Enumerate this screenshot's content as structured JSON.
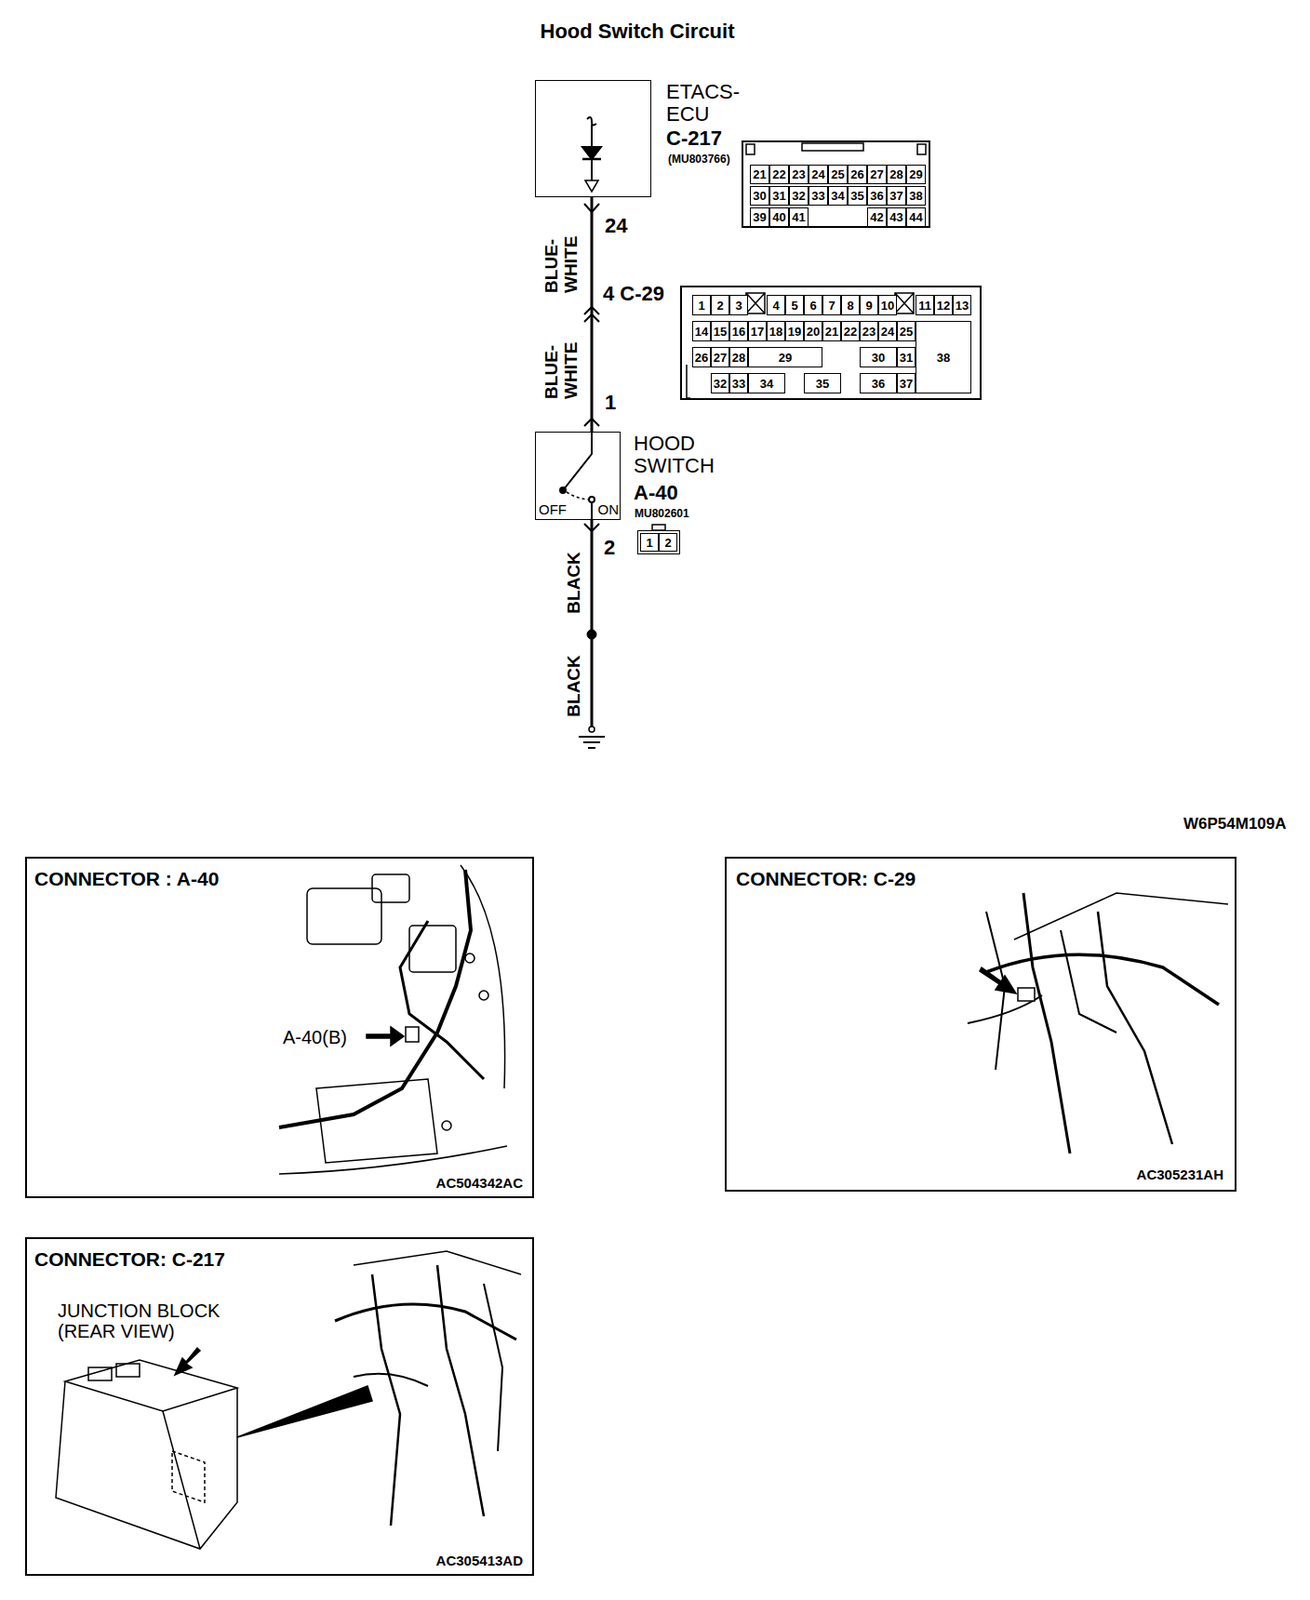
{
  "diagram": {
    "title": "Hood Switch Circuit",
    "nodes": [
      {
        "text": [
          "ETACS- ECU",
          "C-217",
          "(MU803766)"
        ]
      },
      {
        "text": [
          "21",
          "22",
          "23",
          "24",
          "25",
          "26",
          "27",
          "28",
          "29",
          "30",
          "31",
          "32",
          "33",
          "34",
          "35",
          "36",
          "37",
          "38",
          "39",
          "40",
          "41",
          "42",
          "43",
          "44"
        ]
      },
      {
        "text": [
          "1",
          "2",
          "3",
          "4",
          "5",
          "6",
          "7",
          "8",
          "9",
          "10",
          "11",
          "12",
          "13",
          "14",
          "15",
          "16",
          "17",
          "18",
          "19",
          "20",
          "21",
          "22",
          "23",
          "24",
          "25",
          "26",
          "27",
          "28",
          "29",
          "30",
          "31",
          "32",
          "33",
          "34",
          "35",
          "36",
          "37",
          "38"
        ]
      },
      {
        "text": [
          "HOOD SWITCH",
          "A-40",
          "MU802601",
          "OFF",
          "ON"
        ]
      },
      {
        "text": [
          "1",
          "2"
        ]
      },
      {
        "text": [
          "CONNECTOR : A-40",
          "A-40(B)",
          "AC504342AC"
        ]
      },
      {
        "text": [
          "CONNECTOR: C-29",
          "AC305231AH"
        ]
      },
      {
        "text": [
          "CONNECTOR: C-217",
          "JUNCTION BLOCK (REAR VIEW)",
          "AC305413AD"
        ]
      }
    ],
    "edges": [
      {
        "from": 0,
        "to": 3,
        "arrow": "none"
      }
    ],
    "labels": [
      "24",
      "BLUE-WHITE",
      "4 C-29",
      "BLUE-WHITE",
      "1",
      "2",
      "BLACK",
      "BLACK",
      "W6P54M109A"
    ]
  }
}
